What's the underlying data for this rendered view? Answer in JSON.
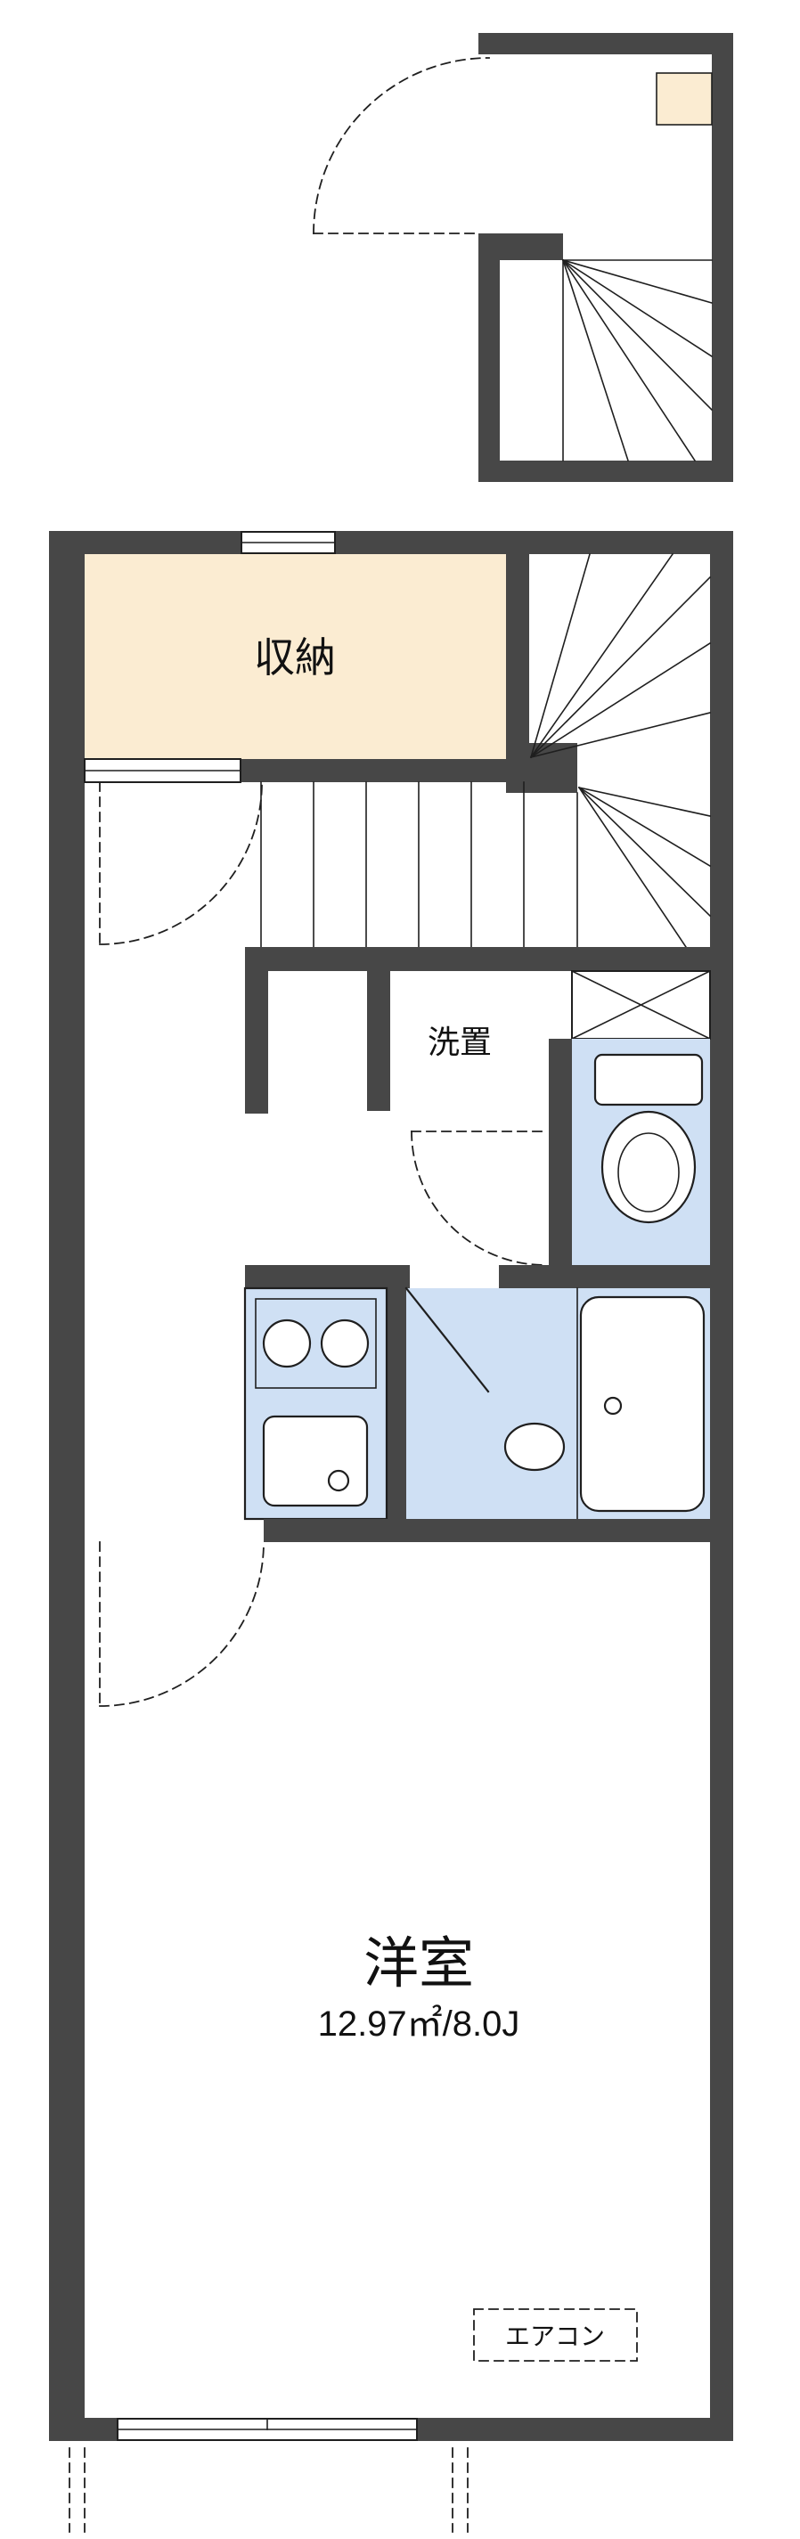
{
  "document": {
    "type": "apartment-floor-plan"
  },
  "colors": {
    "wall": "#474747",
    "line": "#1f1f1f",
    "closet-fill": "#fbecd2",
    "wet-area-fill": "#cfe0f4",
    "background": "#ffffff"
  },
  "rooms": {
    "closet": {
      "label": "収納"
    },
    "laundry": {
      "label": "洗置"
    },
    "western_room": {
      "label": "洋室",
      "size": "12.97㎡/8.0J"
    },
    "aircon": {
      "label": "エアコン"
    }
  }
}
